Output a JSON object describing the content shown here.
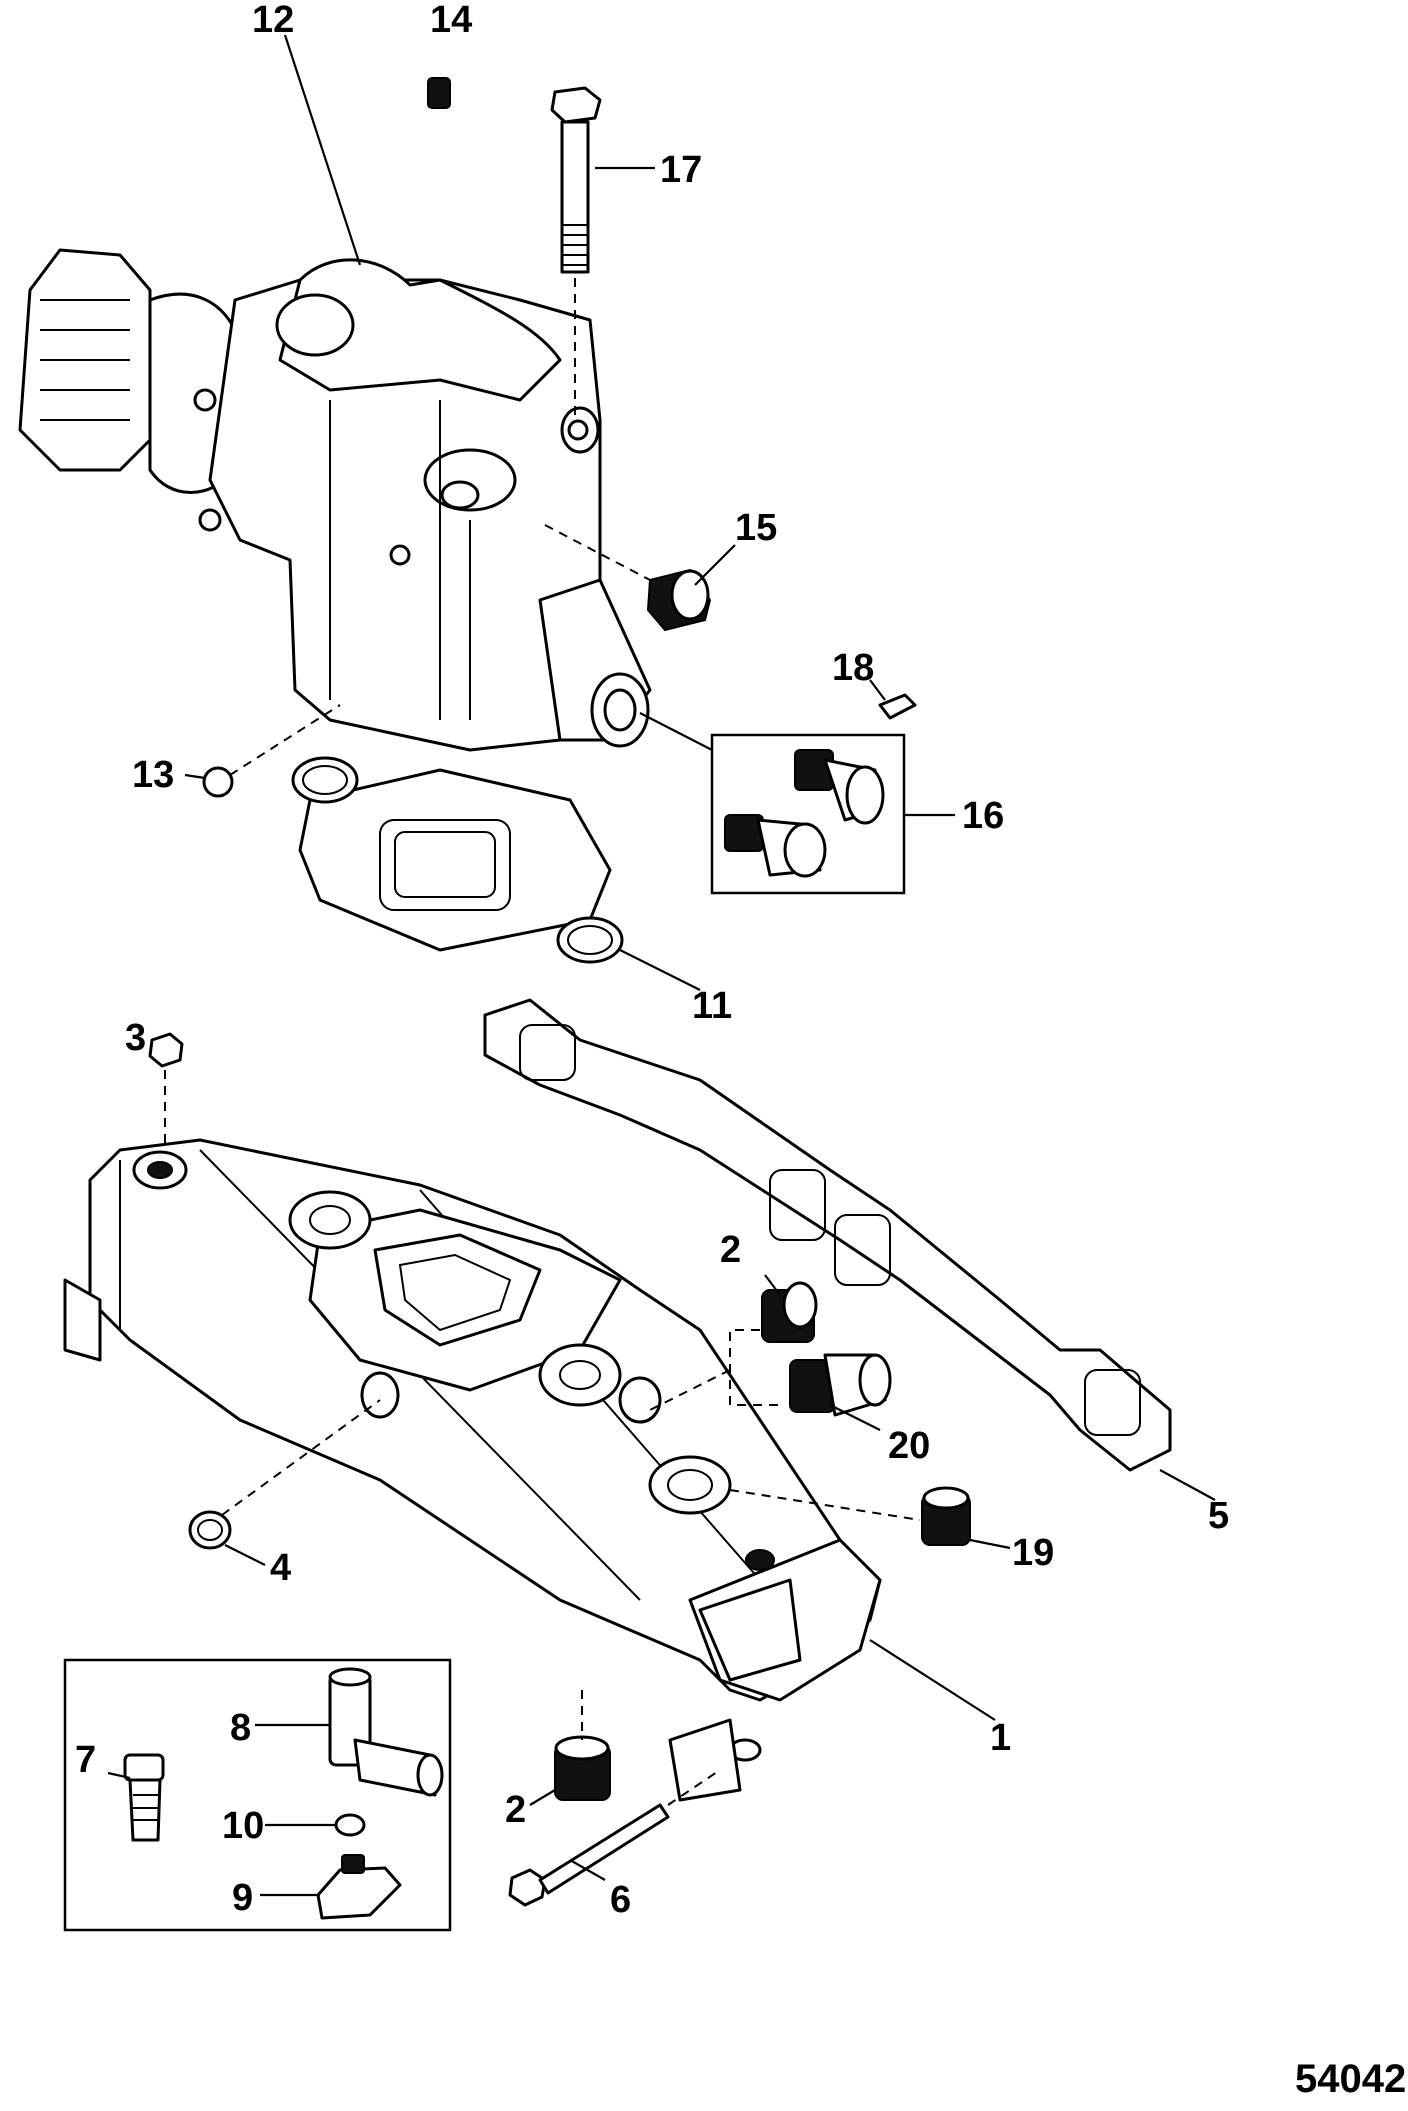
{
  "figure_number": "54042",
  "callouts": {
    "c1": "1",
    "c2a": "2",
    "c2b": "2",
    "c3": "3",
    "c4": "4",
    "c5": "5",
    "c6": "6",
    "c7": "7",
    "c8": "8",
    "c9": "9",
    "c10": "10",
    "c11": "11",
    "c12": "12",
    "c13": "13",
    "c14": "14",
    "c15": "15",
    "c16": "16",
    "c17": "17",
    "c18": "18",
    "c19": "19",
    "c20": "20"
  }
}
